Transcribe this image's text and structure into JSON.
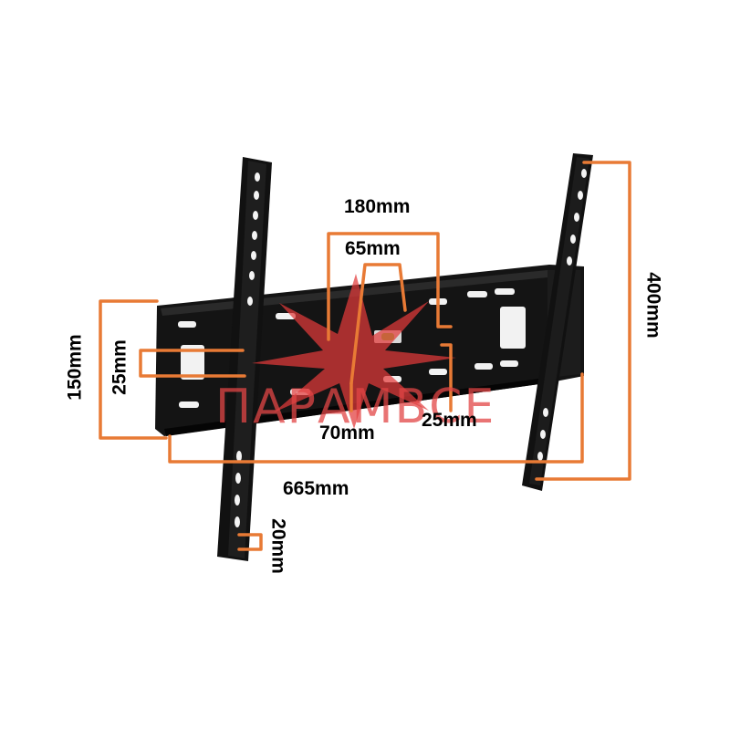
{
  "product": {
    "dimensions": {
      "top_width": "180mm",
      "inner_width": "65mm",
      "center_height": "70mm",
      "right_spacing": "25mm",
      "total_width": "665mm",
      "left_height": "150mm",
      "left_spacing": "25mm",
      "arm_height": "400mm",
      "slot_height": "20mm"
    }
  },
  "watermark": {
    "text": "ПАРАМВСЕ"
  },
  "colors": {
    "dimension_line": "#E87A35",
    "mount_black": "#111111",
    "watermark_red": "#E23A3A",
    "label_text": "#000000"
  }
}
